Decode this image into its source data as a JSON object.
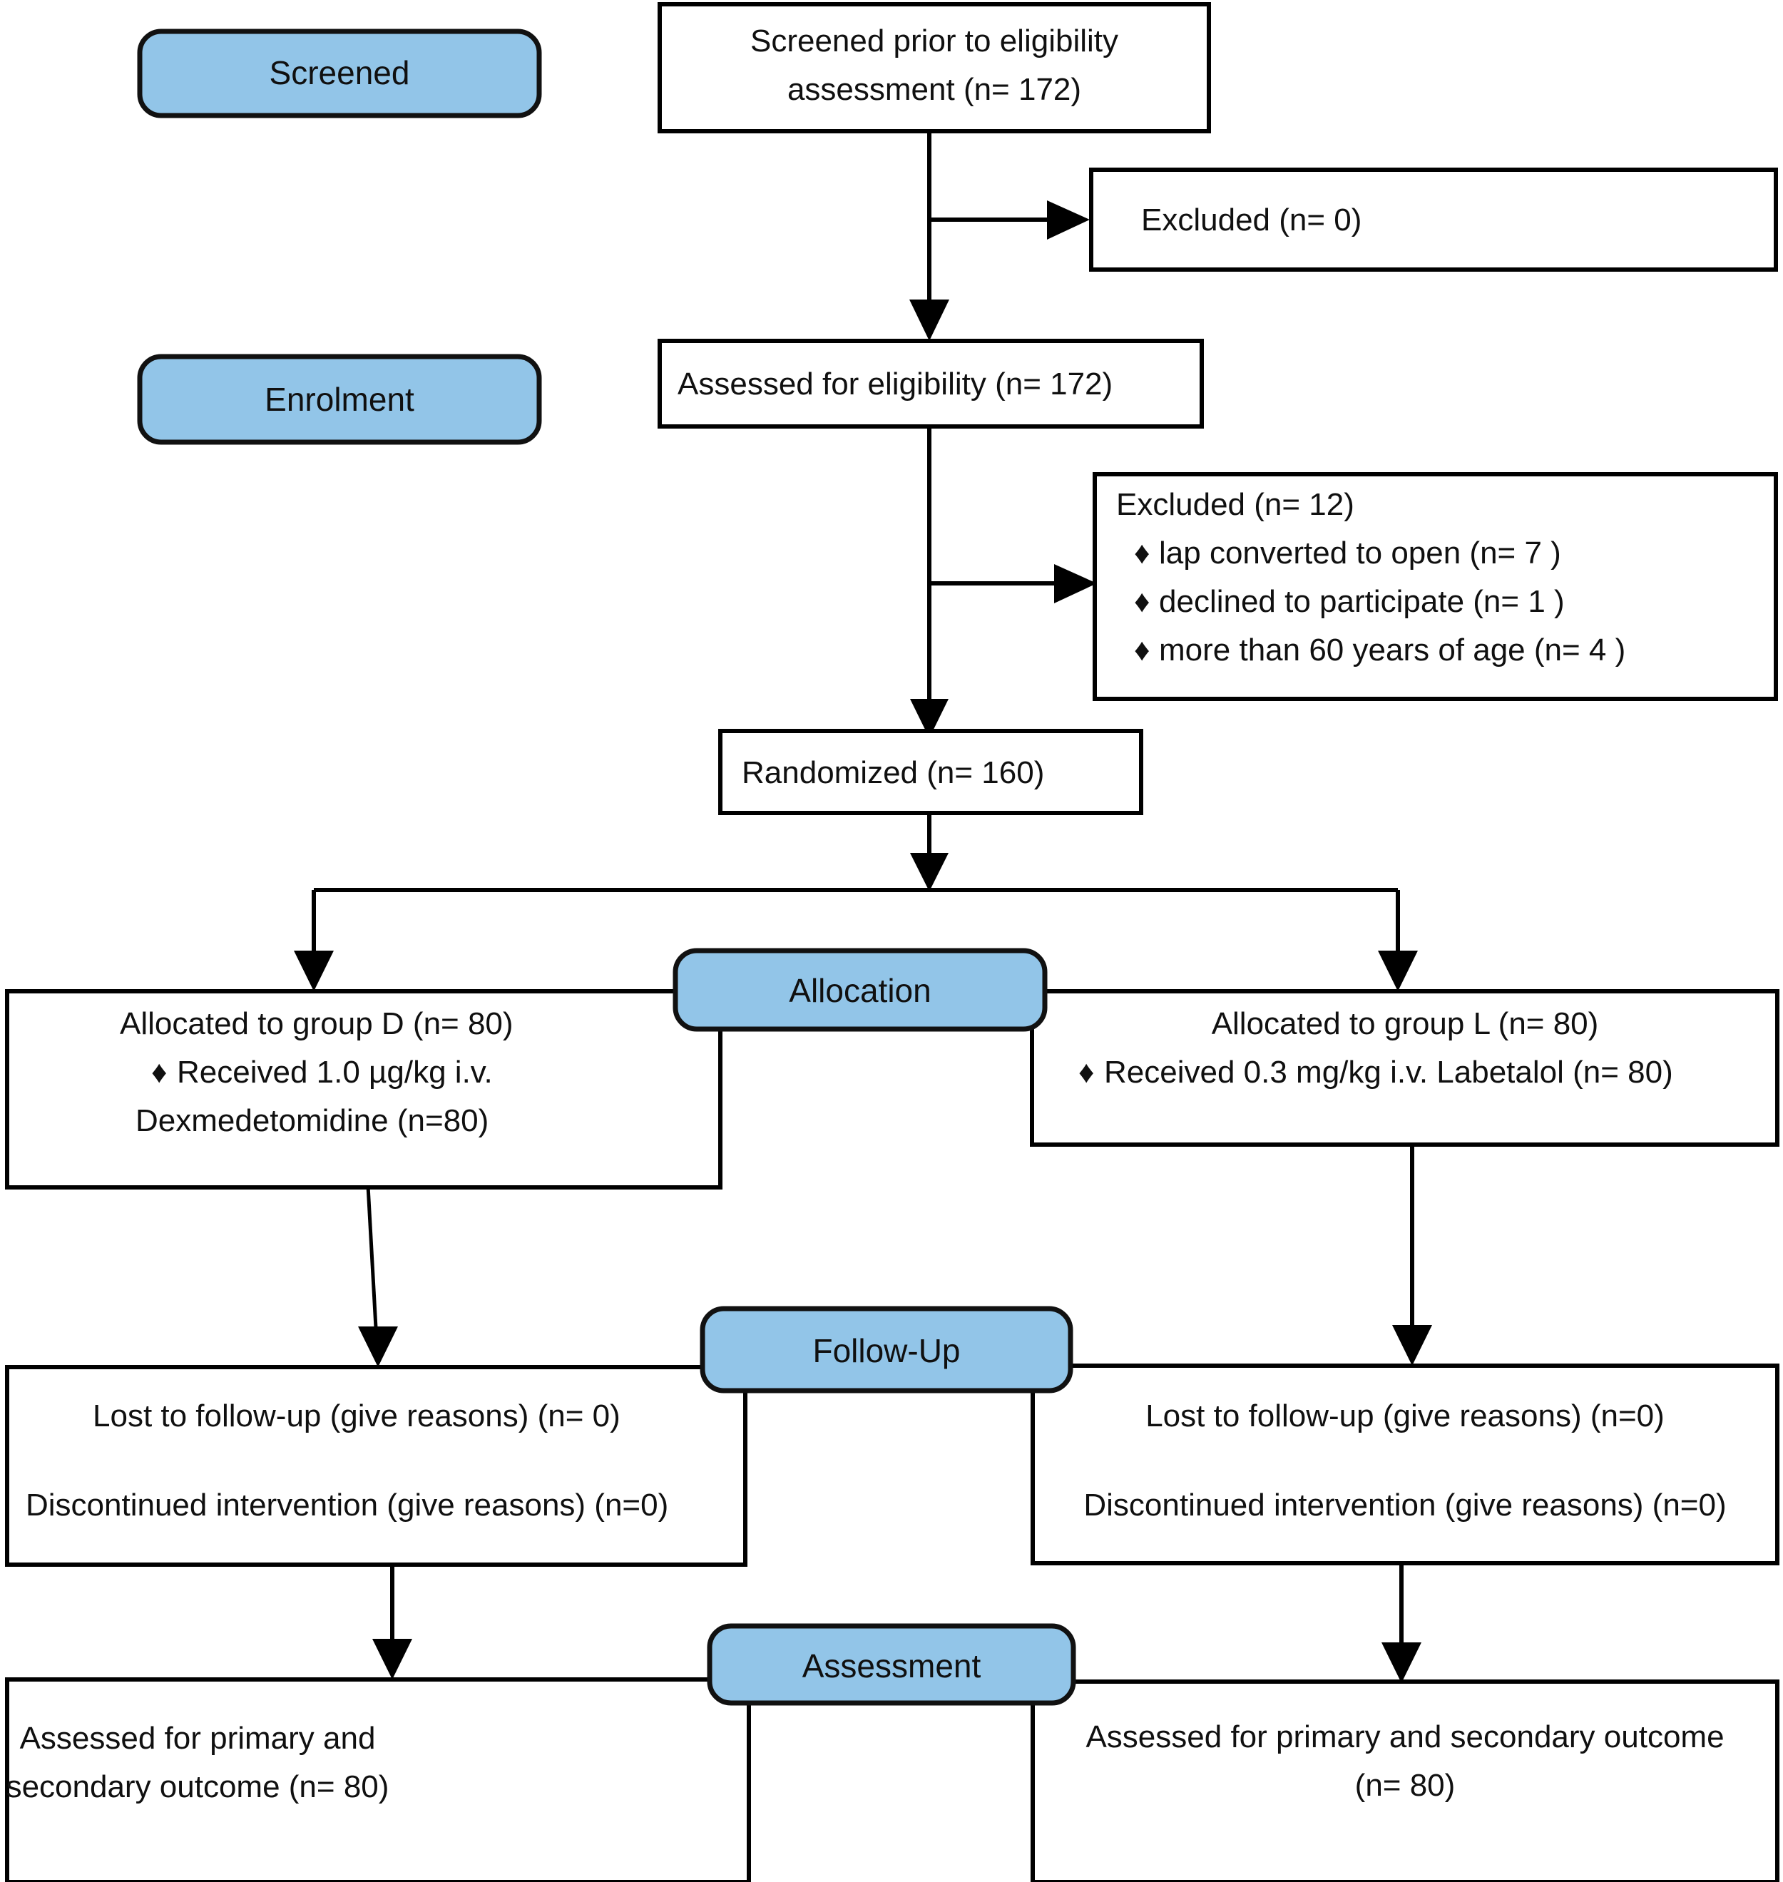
{
  "figure": {
    "type": "consort-flow-diagram",
    "title": "CONSORT participant flow diagram",
    "accent_color": "#92c5e8",
    "border_color": "#000000",
    "background_color": "#ffffff",
    "bullet_glyph": "♦"
  },
  "stage_labels": [
    {
      "id": "screened",
      "text": "Screened"
    },
    {
      "id": "enrolment",
      "text": "Enrolment"
    },
    {
      "id": "allocation",
      "text": "Allocation"
    },
    {
      "id": "follow_up",
      "text": "Follow-Up"
    },
    {
      "id": "assessment",
      "text": "Assessment"
    }
  ],
  "nodes": {
    "screened_box": {
      "lines": [
        "Screened prior to eligibility",
        "assessment (n= 172)"
      ]
    },
    "excluded_zero": {
      "lines": [
        "Excluded (n= 0)"
      ]
    },
    "assessed_eligibility": {
      "lines": [
        "Assessed for eligibility (n= 172)"
      ]
    },
    "excluded_twelve": {
      "heading": "Excluded (n= 12)",
      "bullets": [
        "lap converted to open (n= 7 )",
        "declined to participate (n= 1 )",
        "more than 60 years of age (n= 4 )"
      ]
    },
    "randomized": {
      "lines": [
        "Randomized (n= 160)"
      ]
    },
    "allocated_d": {
      "heading": "Allocated to group D (n= 80)",
      "bullet": "Received 1.0 µg/kg i.v.",
      "continuation": "Dexmedetomidine (n=80)"
    },
    "allocated_l": {
      "heading": "Allocated to group L (n= 80)",
      "bullet": "Received 0.3 mg/kg i.v. Labetalol (n= 80)"
    },
    "followup_left": {
      "line1": "Lost to follow-up (give reasons) (n= 0)",
      "line2": "Discontinued intervention (give reasons) (n=0)"
    },
    "followup_right": {
      "line1": "Lost to follow-up (give reasons) (n=0)",
      "line2": "Discontinued intervention (give reasons) (n=0)"
    },
    "assessed_left": {
      "lines": [
        "Assessed for primary and",
        "secondary outcome (n= 80)"
      ]
    },
    "assessed_right": {
      "lines": [
        "Assessed for primary and secondary outcome",
        "(n= 80)"
      ]
    }
  },
  "counts": {
    "screened": 172,
    "excluded_before_assessment": 0,
    "assessed_for_eligibility": 172,
    "excluded_after_assessment": 12,
    "excluded_lap_converted_to_open": 7,
    "excluded_declined_to_participate": 1,
    "excluded_over_60_years": 4,
    "randomized": 160,
    "allocated_group_d": 80,
    "received_dexmedetomidine": 80,
    "allocated_group_l": 80,
    "received_labetalol": 80,
    "lost_to_followup_d": 0,
    "discontinued_d": 0,
    "lost_to_followup_l": 0,
    "discontinued_l": 0,
    "analysed_d": 80,
    "analysed_l": 80
  }
}
